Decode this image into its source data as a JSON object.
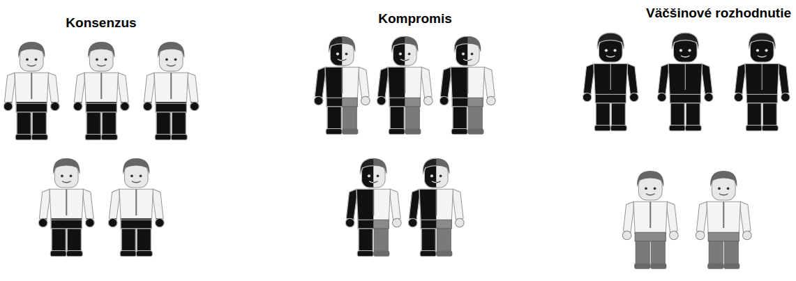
{
  "diagram": {
    "labels": [
      "Konsenzus",
      "Kompromis",
      "Väčšinové rozhodnutie"
    ]
  }
}
